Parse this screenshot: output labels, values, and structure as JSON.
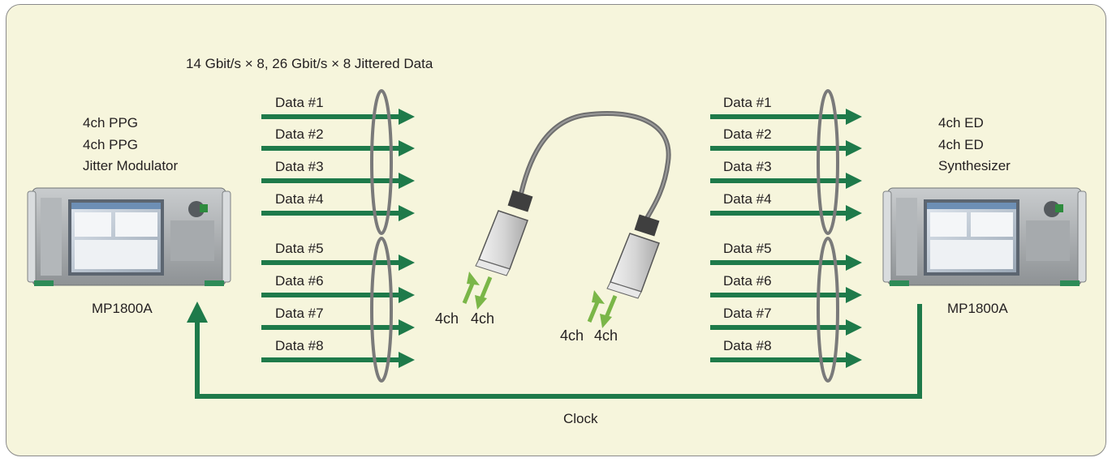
{
  "title": "14 Gbit/s × 8, 26 Gbit/s × 8 Jittered Data",
  "colors": {
    "arrow": "#1e7a4a",
    "light_arrow": "#7ab648",
    "panel": "#f6f5dc",
    "loop": "#7a7a7a"
  },
  "left_instrument": {
    "lines": [
      "4ch PPG",
      "4ch PPG",
      "Jitter Modulator"
    ],
    "model": "MP1800A"
  },
  "right_instrument": {
    "lines": [
      "4ch ED",
      "4ch ED",
      "Synthesizer"
    ],
    "model": "MP1800A"
  },
  "data_labels": [
    "Data #1",
    "Data #2",
    "Data #3",
    "Data #4",
    "Data #5",
    "Data #6",
    "Data #7",
    "Data #8"
  ],
  "left_module": {
    "tx": "4ch",
    "rx": "4ch"
  },
  "right_module": {
    "tx": "4ch",
    "rx": "4ch"
  },
  "clock_label": "Clock"
}
